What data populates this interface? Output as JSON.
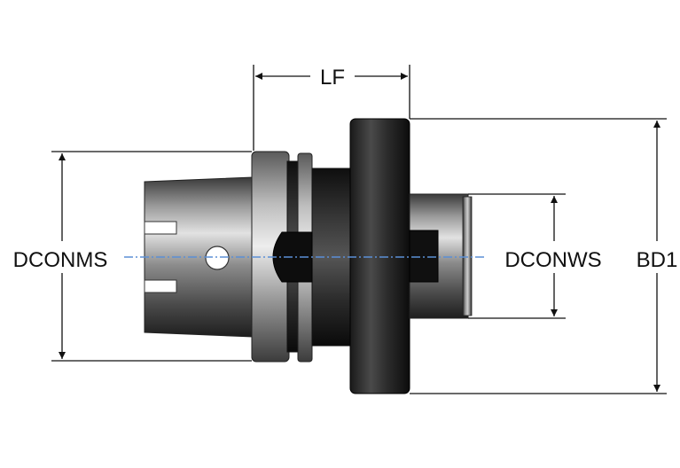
{
  "labels": {
    "lf": "LF",
    "dconms": "DCONMS",
    "dconws": "DCONWS",
    "bd1": "BD1"
  },
  "colors": {
    "dimension_line": "#111111",
    "centerline": "#5b8fd6",
    "background": "#ffffff"
  }
}
